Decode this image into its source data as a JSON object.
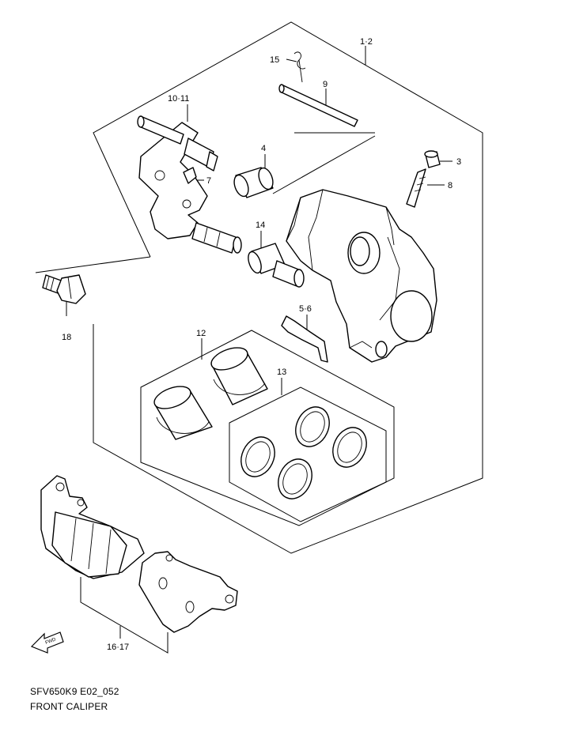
{
  "callouts": {
    "c1_2": "1·2",
    "c15": "15",
    "c9": "9",
    "c10_11": "10·11",
    "c4": "4",
    "c3": "3",
    "c8": "8",
    "c7": "7",
    "c14": "14",
    "c18": "18",
    "c5_6": "5·6",
    "c12": "12",
    "c13": "13",
    "c16_17": "16·17"
  },
  "fwd_label": "FWD",
  "footer": {
    "code": "SFV650K9 E02_052",
    "title": "FRONT CALIPER"
  }
}
